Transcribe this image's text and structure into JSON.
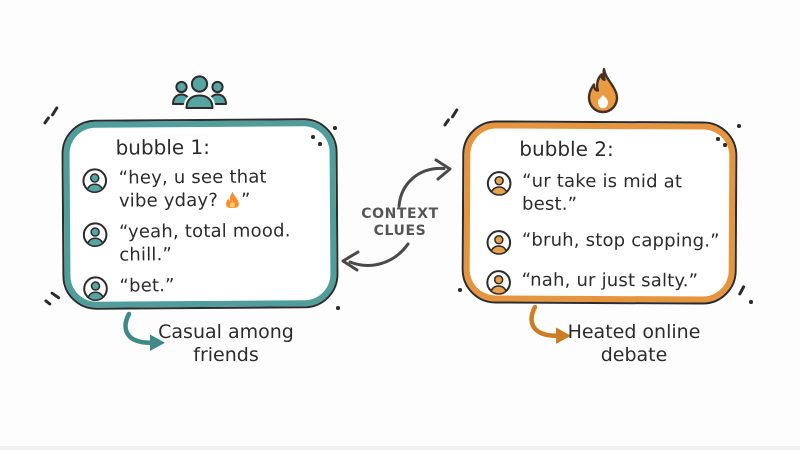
{
  "colors": {
    "teal": "#4f9e9b",
    "orange": "#e6953e",
    "ink": "#2b2b2b",
    "arrow_gray": "#4a4a4a"
  },
  "center_label": {
    "line1": "CONTEXT",
    "line2": "CLUES"
  },
  "bubble1": {
    "header_icon": "group-people-icon",
    "accent": "#4f9e9b",
    "title": "bubble 1:",
    "messages": [
      {
        "line1": "“hey, u see that",
        "line2": "vibe yday?",
        "emoji": "🔥",
        "close_quote": "”"
      },
      {
        "line1": "“yeah, total mood. chill.”"
      },
      {
        "line1": "“bet.”"
      }
    ],
    "caption": {
      "line1": "Casual among",
      "line2": "friends"
    }
  },
  "bubble2": {
    "header_icon": "flame-icon",
    "accent": "#e6953e",
    "title": "bubble 2:",
    "messages": [
      {
        "line1": "“ur take is mid at best.”"
      },
      {
        "line1": "“bruh, stop capping.”"
      },
      {
        "line1": "“nah, ur just salty.”"
      }
    ],
    "caption": {
      "line1": "Heated online",
      "line2": "debate"
    }
  }
}
